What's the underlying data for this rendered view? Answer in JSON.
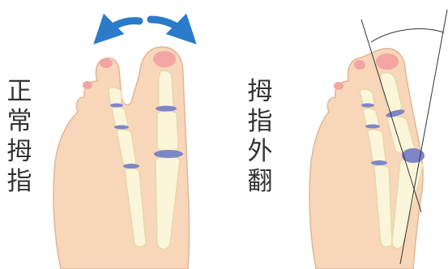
{
  "labels": {
    "normal": [
      "正",
      "常",
      "拇",
      "指"
    ],
    "hallux_valgus": [
      "拇",
      "指",
      "外",
      "翻"
    ]
  },
  "colors": {
    "skin": "#F7D6BA",
    "skin_outline": "#E2B595",
    "bone": "#FBF5D9",
    "bone_outline": "#E3D7A5",
    "joint": "#7E86C8",
    "nail": "#F3A5A3",
    "arrow": "#2A7BC8",
    "guide_line": "#333333",
    "text": "#333333"
  },
  "icons": {
    "motion_arrows": "double-curved-arrow-icon"
  }
}
